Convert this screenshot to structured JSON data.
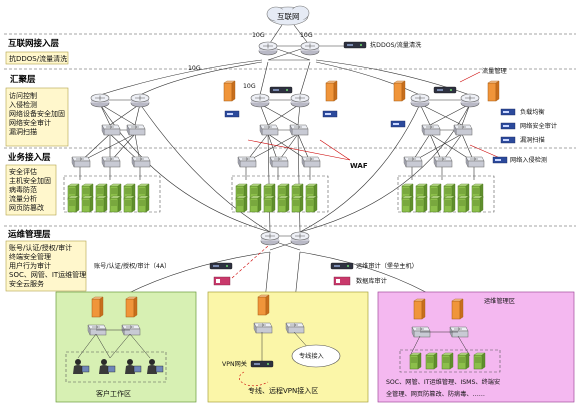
{
  "cloud_label": "互联网",
  "layers": [
    {
      "title": "互联网接入层",
      "items": [
        "抗DDOS/流量清洗"
      ]
    },
    {
      "title": "汇聚层",
      "items": [
        "访问控制",
        "入侵检测",
        "网络设备安全加固",
        "网络安全审计",
        "漏洞扫描"
      ]
    },
    {
      "title": "业务接入层",
      "items": [
        "安全评估",
        "主机安全加固",
        "病毒防范",
        "流量分析",
        "网页防篡改"
      ]
    },
    {
      "title": "运维管理层",
      "items": [
        "账号/认证/授权/审计",
        "终端安全管理",
        "用户行为审计",
        "SOC、网管、IT运维管理",
        "安全云服务"
      ]
    }
  ],
  "link_labels": {
    "g1": "10G",
    "g2": "10G",
    "g3": "10G",
    "g4": "10G"
  },
  "callouts": {
    "ddos": "抗DDOS/流量清洗",
    "traffic_mgmt": "流量管理",
    "load_balance": "负载均衡",
    "net_audit": "网络安全审计",
    "vuln_scan": "漏洞扫描",
    "ids": "网络入侵检测",
    "waf": "WAF",
    "four_a": "账号/认证/授权/审计（4A）",
    "ops_audit": "运维审计（堡垒主机）",
    "db_audit": "数据库审计"
  },
  "zones": {
    "client": {
      "label": "客户工作区"
    },
    "vpn": {
      "label": "专线、远程VPN接入区",
      "gateway": "VPN网关",
      "dedicated": "专线接入"
    },
    "ops": {
      "label": "运维管理区",
      "desc1": "SOC、网管、IT运维管理、ISMS、终端安",
      "desc2": "全管理、网页防篡改、防病毒、……"
    }
  }
}
